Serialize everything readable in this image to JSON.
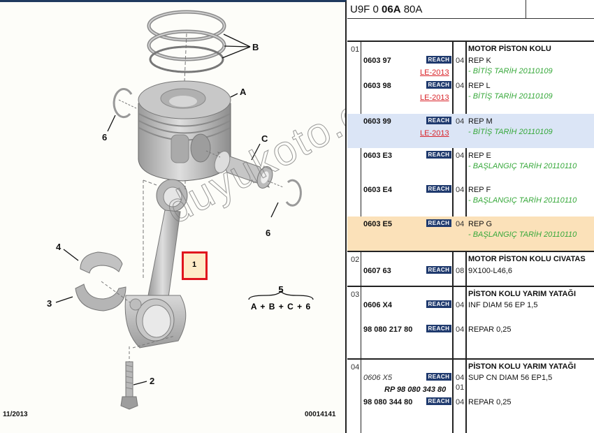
{
  "diagram": {
    "callouts": {
      "B": "B",
      "A": "A",
      "C": "C",
      "six_left": "6",
      "six_right": "6",
      "four": "4",
      "three": "3",
      "two": "2",
      "one": "1"
    },
    "group_label": {
      "number": "5",
      "formula": "A + B + C + 6"
    },
    "footer_date": "11/2013",
    "footer_id": "00014141",
    "watermark": "duyukoto.com",
    "colors": {
      "hotspot_border": "#e0141e",
      "header_bar": "#1f3a5f"
    }
  },
  "parts_table": {
    "reference": {
      "prefix": "U9F 0 ",
      "bold": "06A",
      "suffix": " 80A"
    },
    "colors": {
      "reach_badge": "#1f3a6e",
      "le_red": "#d9242a",
      "note_green": "#36a83a",
      "highlight_blue": "#dbe5f6",
      "highlight_orange": "#fbe1b9"
    },
    "groups": [
      {
        "number": "01",
        "title": "MOTOR PİSTON KOLU",
        "rows": [
          {
            "part": "0603 97",
            "badge": "REACH",
            "le": "LE-2013",
            "qty": "04",
            "desc": "REP K",
            "note": "- BİTİŞ TARİH 20110109"
          },
          {
            "part": "0603 98",
            "badge": "REACH",
            "le": "LE-2013",
            "qty": "04",
            "desc": "REP L",
            "note": "- BİTİŞ TARİH 20110109"
          },
          {
            "part": "0603 99",
            "badge": "REACH",
            "le": "LE-2013",
            "qty": "04",
            "desc": "REP M",
            "note": "- BİTİŞ TARİH 20110109"
          },
          {
            "part": "0603 E3",
            "badge": "REACH",
            "qty": "04",
            "desc": "REP E",
            "note": "- BAŞLANGIÇ TARİH 20110110"
          },
          {
            "part": "0603 E4",
            "badge": "REACH",
            "qty": "04",
            "desc": "REP F",
            "note": "- BAŞLANGIÇ TARİH 20110110"
          },
          {
            "part": "0603 E5",
            "badge": "REACH",
            "qty": "04",
            "desc": "REP G",
            "note": "- BAŞLANGIÇ TARİH 20110110"
          }
        ]
      },
      {
        "number": "02",
        "title": "MOTOR PİSTON KOLU CIVATAS",
        "rows": [
          {
            "part": "0607 63",
            "badge": "REACH",
            "qty": "08",
            "desc": "9X100-L46,6"
          }
        ]
      },
      {
        "number": "03",
        "title": "PİSTON KOLU YARIM YATAĞI",
        "rows": [
          {
            "part": "0606 X4",
            "badge": "REACH",
            "qty": "04",
            "desc": "INF DIAM 56 EP 1,5"
          },
          {
            "part": "98 080 217 80",
            "badge": "REACH",
            "qty": "04",
            "desc": "REPAR 0,25"
          }
        ]
      },
      {
        "number": "04",
        "title": "PİSTON KOLU YARIM YATAĞI",
        "rows": [
          {
            "part": "0606 X5",
            "badge": "REACH",
            "qty": "04",
            "desc": "SUP CN DIAM 56 EP1,5"
          },
          {
            "part": "RP 98 080 343 80",
            "qty": "01"
          },
          {
            "part": "98 080 344 80",
            "badge": "REACH",
            "qty": "04",
            "desc": "REPAR 0,25"
          }
        ]
      }
    ]
  }
}
